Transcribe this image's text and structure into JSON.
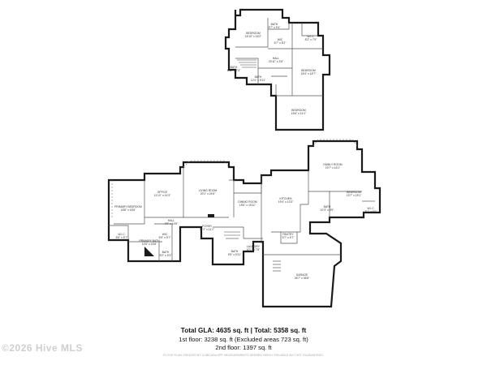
{
  "floorplan": {
    "second_floor_rooms": [
      {
        "id": "bedroom-nw",
        "name": "BEDROOM",
        "dims": "15'10\" x 16'2\""
      },
      {
        "id": "bath-upper-c",
        "name": "BATH",
        "dims": "9'7\" x 9'4\""
      },
      {
        "id": "wic-upper",
        "name": "WIC",
        "dims": "6'7\" x 8'2\""
      },
      {
        "id": "wic-upper-ne",
        "name": "W.I.C.",
        "dims": "8'2\" x 7'9\""
      },
      {
        "id": "hall-upper",
        "name": "HALL",
        "dims": "20'11\" x 3'6\""
      },
      {
        "id": "bedroom-e",
        "name": "BEDROOM",
        "dims": "18'4\" x 18'7\""
      },
      {
        "id": "bath-upper-w",
        "name": "BATH",
        "dims": "6'11\" x 7'4\""
      },
      {
        "id": "bath-upper-s",
        "name": "BATH",
        "dims": "12'4\" x 5'11\""
      },
      {
        "id": "bedroom-s",
        "name": "BEDROOM",
        "dims": "15'6\" x 14'1\""
      }
    ],
    "first_floor_rooms": [
      {
        "id": "primary-bedroom",
        "name": "PRIMARY BEDROOM",
        "dims": "18'8\" x 18'6\""
      },
      {
        "id": "office",
        "name": "OFFICE",
        "dims": "11'10\" x 14'3\""
      },
      {
        "id": "living-room",
        "name": "LIVING ROOM",
        "dims": "20'1\" x 24'6\""
      },
      {
        "id": "dining-room",
        "name": "DINING ROOM",
        "dims": "15'6\" x 15'11\""
      },
      {
        "id": "kitchen",
        "name": "KITCHEN",
        "dims": "19'4\" x 13'3\""
      },
      {
        "id": "family-room",
        "name": "FAMILY ROOM",
        "dims": "19'7\" x 16'1\""
      },
      {
        "id": "bedroom-1f",
        "name": "BEDROOM",
        "dims": "13'7\" x 15'1\""
      },
      {
        "id": "bath-1f-e",
        "name": "BATH",
        "dims": "10'3\" x 5'9\""
      },
      {
        "id": "wic-1f-e",
        "name": "W.I.C.",
        "dims": "5'1\" x 6'6\""
      },
      {
        "id": "hall-1f",
        "name": "HALL",
        "dims": "4'9\" x 10'5\""
      },
      {
        "id": "primary-bath",
        "name": "PRIMARY BATH",
        "dims": "14'6\" x 15'8\""
      },
      {
        "id": "wic-1f-w",
        "name": "W.I.C.",
        "dims": "8'6\" x 5'7\""
      },
      {
        "id": "wic-1f-c",
        "name": "WIC",
        "dims": "5'9\" x 5'7\""
      },
      {
        "id": "bath-1f-s",
        "name": "BATH",
        "dims": "5'2\" x 5'3\""
      },
      {
        "id": "foyer",
        "name": "FOYER",
        "dims": "11'1\" x 11'1\""
      },
      {
        "id": "bath-1f-c",
        "name": "BATH",
        "dims": "5'9\" x 5'11\""
      },
      {
        "id": "laundry",
        "name": "LAUNDRY",
        "dims": "10'1\" x 7'8\""
      },
      {
        "id": "pantry",
        "name": "PANTRY",
        "dims": "5'7\" x 5'7\""
      },
      {
        "id": "garage",
        "name": "GARAGE",
        "dims": "26'7\" x 36'8\""
      }
    ]
  },
  "summary": {
    "gla_line": "Total GLA: 4635 sq. ft | Total: 5358 sq. ft",
    "first_floor_line": "1st floor: 3238 sq. ft (Excluded areas 723 sq. ft)",
    "second_floor_line": "2nd floor: 1397 sq. ft",
    "disclaimer": "FLOOR PLAN CREATED BY CUBICASA APP. MEASUREMENTS DEEMED HIGHLY RELIABLE BUT NOT GUARANTEED."
  },
  "watermark": "©2026 Hive MLS",
  "colors": {
    "walls": "#1a1a1a",
    "text": "#111111",
    "watermark": "#cfcfcf"
  }
}
